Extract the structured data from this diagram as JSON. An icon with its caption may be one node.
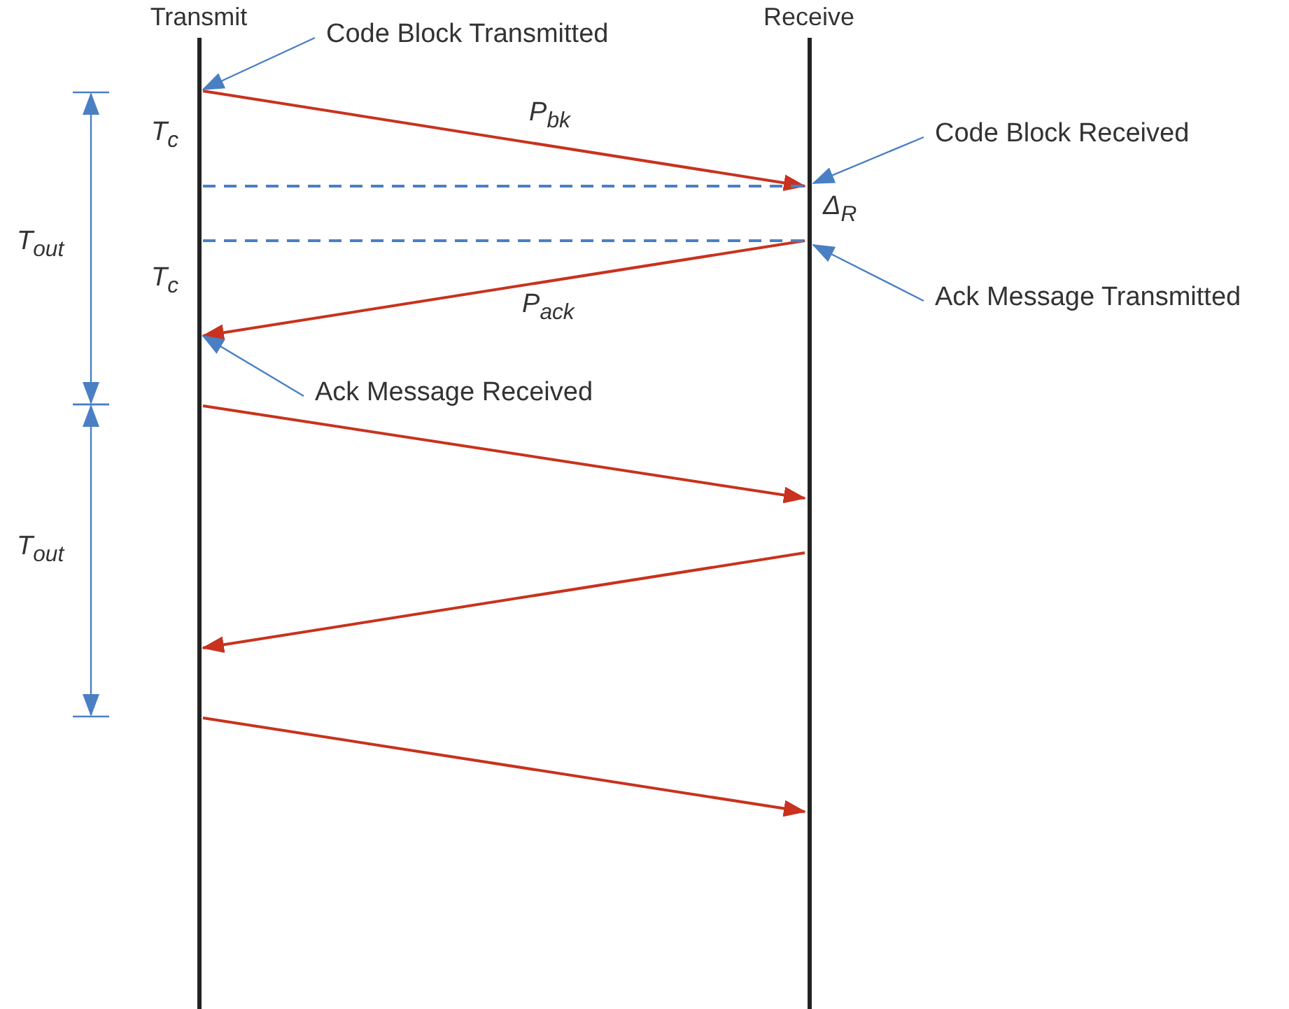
{
  "diagram": {
    "nodes": [
      {
        "text": [
          "Transmit"
        ]
      },
      {
        "text": [
          "Receive"
        ]
      },
      {
        "text": [
          "Code Block Transmitted"
        ]
      },
      {
        "text": [
          "Code Block Received"
        ]
      },
      {
        "text": [
          "Ack Message Transmitted"
        ]
      },
      {
        "text": [
          "Ack Message Received"
        ]
      }
    ],
    "edges": [
      {
        "from": 0,
        "to": 1,
        "arrow": "to",
        "label": "P$_{bk}$",
        "color": "#c8321e"
      },
      {
        "from": 1,
        "to": 0,
        "arrow": "to",
        "label": "P$_{ack}$",
        "color": "#c8321e"
      },
      {
        "from": 0,
        "to": 1,
        "arrow": "to",
        "color": "#c8321e"
      },
      {
        "from": 1,
        "to": 0,
        "arrow": "to",
        "color": "#c8321e"
      },
      {
        "from": 0,
        "to": 1,
        "arrow": "to",
        "color": "#c8321e"
      },
      {
        "from": 0,
        "to": 1,
        "arrow": "none",
        "style": "dashed",
        "color": "#4a7fc4"
      },
      {
        "from": 0,
        "to": 1,
        "arrow": "none",
        "style": "dashed",
        "color": "#4a7fc4"
      },
      {
        "from": 2,
        "to": 0,
        "arrow": "to",
        "color": "#4a7fc4"
      },
      {
        "from": 3,
        "to": 1,
        "arrow": "to",
        "color": "#4a7fc4"
      },
      {
        "from": 4,
        "to": 1,
        "arrow": "to",
        "color": "#4a7fc4"
      },
      {
        "from": 5,
        "to": 0,
        "arrow": "to",
        "color": "#4a7fc4"
      }
    ],
    "labels": [
      "T$_{c}$",
      "T$_{out}$",
      "T$_{c}$",
      "T$_{out}$",
      "Δ$_{R}$"
    ]
  }
}
